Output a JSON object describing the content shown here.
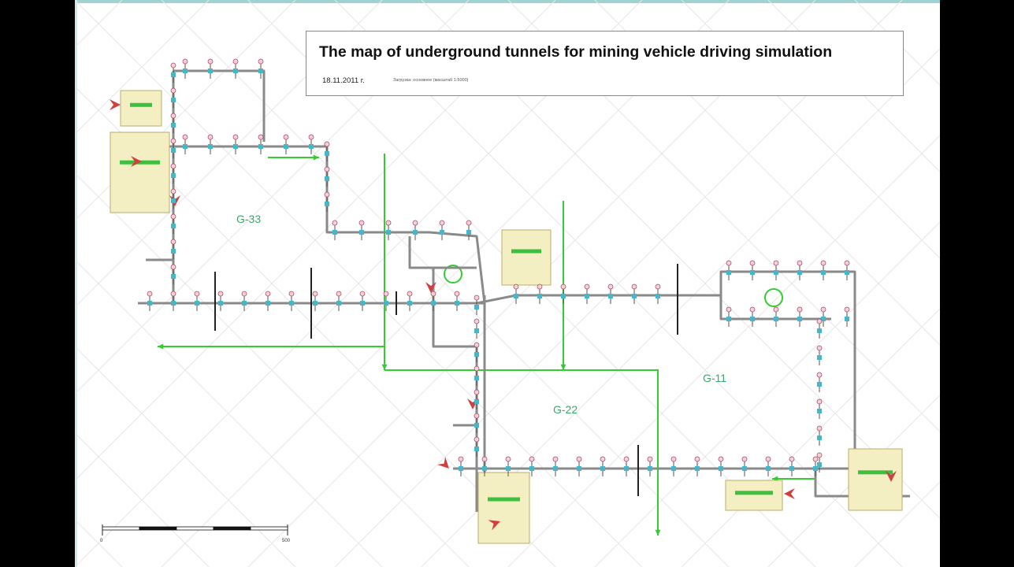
{
  "title": {
    "heading": "The map of underground tunnels for mining vehicle driving simulation",
    "date": "18.11.2011 г.",
    "note": "Загрузка: основное (масштаб 1:5000)"
  },
  "zones": [
    {
      "id": "g33",
      "label": "G-33"
    },
    {
      "id": "g22",
      "label": "G-22"
    },
    {
      "id": "g11",
      "label": "G-11"
    }
  ],
  "scale_bar": {
    "start": "0",
    "end": "500"
  },
  "colors": {
    "tunnel": "#8a8a8a",
    "route_arrow": "#33cc33",
    "marker": "#d04040",
    "station": "#f4efc3",
    "node": "#44b8c8",
    "grid": "#e6e6e6"
  },
  "legend_icons": [
    "rotation-arrow-icon",
    "direction-arrow-icon"
  ]
}
